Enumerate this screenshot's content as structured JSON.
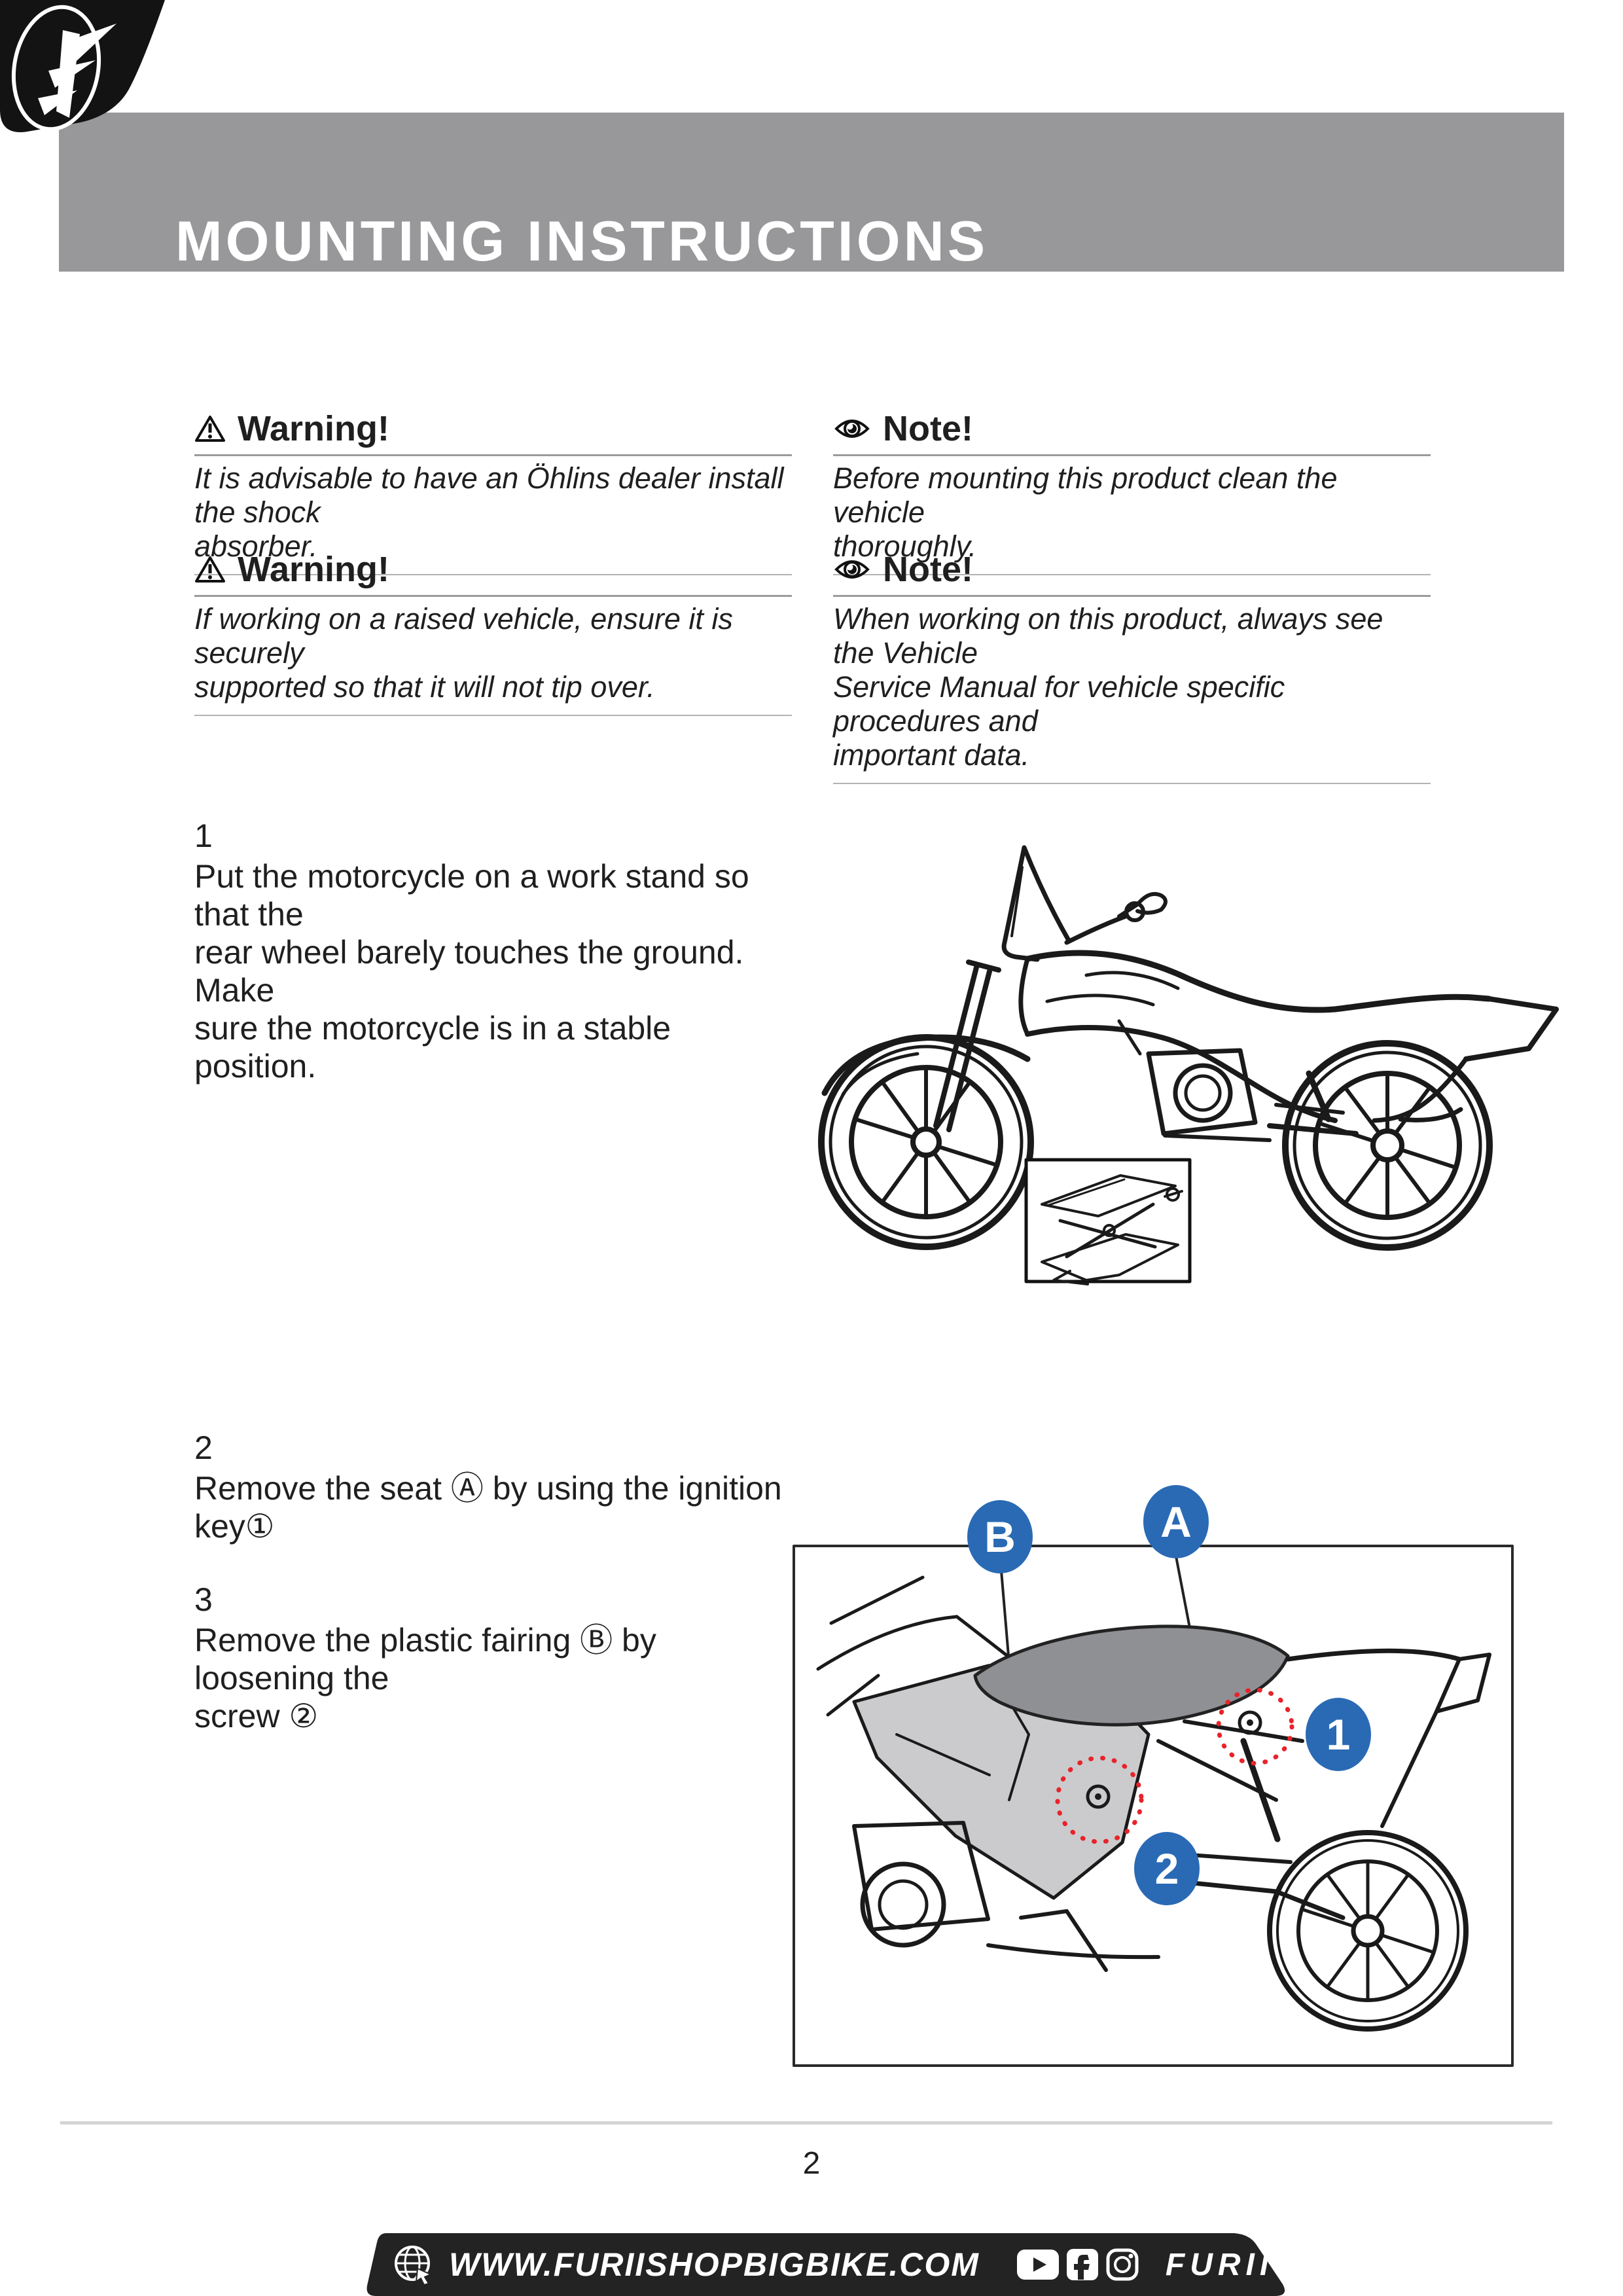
{
  "colors": {
    "banner_gray": "#98989b",
    "accent_blue": "#2a6ab4",
    "dotted_red": "#e8232a",
    "footer_black": "#232323",
    "rule_gray": "#9b9b9b"
  },
  "icons": {
    "logo": "furii-f-logo",
    "warning": "warning-triangle-icon",
    "note": "eye-icon",
    "website": "globe-icon",
    "social": [
      "youtube-icon",
      "facebook-icon",
      "instagram-icon"
    ]
  },
  "header": {
    "title": "MOUNTING INSTRUCTIONS"
  },
  "alerts": {
    "warnings": [
      {
        "title": "Warning!",
        "body": "It is advisable to have an Öhlins dealer install the shock\nabsorber."
      },
      {
        "title": "Warning!",
        "body": "If working on a raised vehicle, ensure it is securely\nsupported so that it will not tip over."
      }
    ],
    "notes": [
      {
        "title": "Note!",
        "body": "Before mounting this product clean the vehicle\nthoroughly."
      },
      {
        "title": "Note!",
        "body": "When working on this product, always see the Vehicle\nService Manual for vehicle specific procedures and\nimportant data."
      }
    ]
  },
  "steps": [
    {
      "number": "1",
      "text": "Put the motorcycle on a work stand so that the\nrear wheel barely touches the ground. Make\nsure the motorcycle is in a stable position."
    },
    {
      "number": "2",
      "text": "Remove the seat Ⓐ  by using the ignition\nkey①"
    },
    {
      "number": "3",
      "text": "Remove the plastic fairing Ⓑ by loosening the\nscrew ②"
    }
  ],
  "figure2": {
    "labels": {
      "a": "A",
      "b": "B",
      "one": "1",
      "two": "2"
    }
  },
  "footer": {
    "website": "WWW.FURIISHOPBIGBIKE.COM",
    "brand": "FURII SHOP"
  },
  "page": {
    "number": "2"
  }
}
